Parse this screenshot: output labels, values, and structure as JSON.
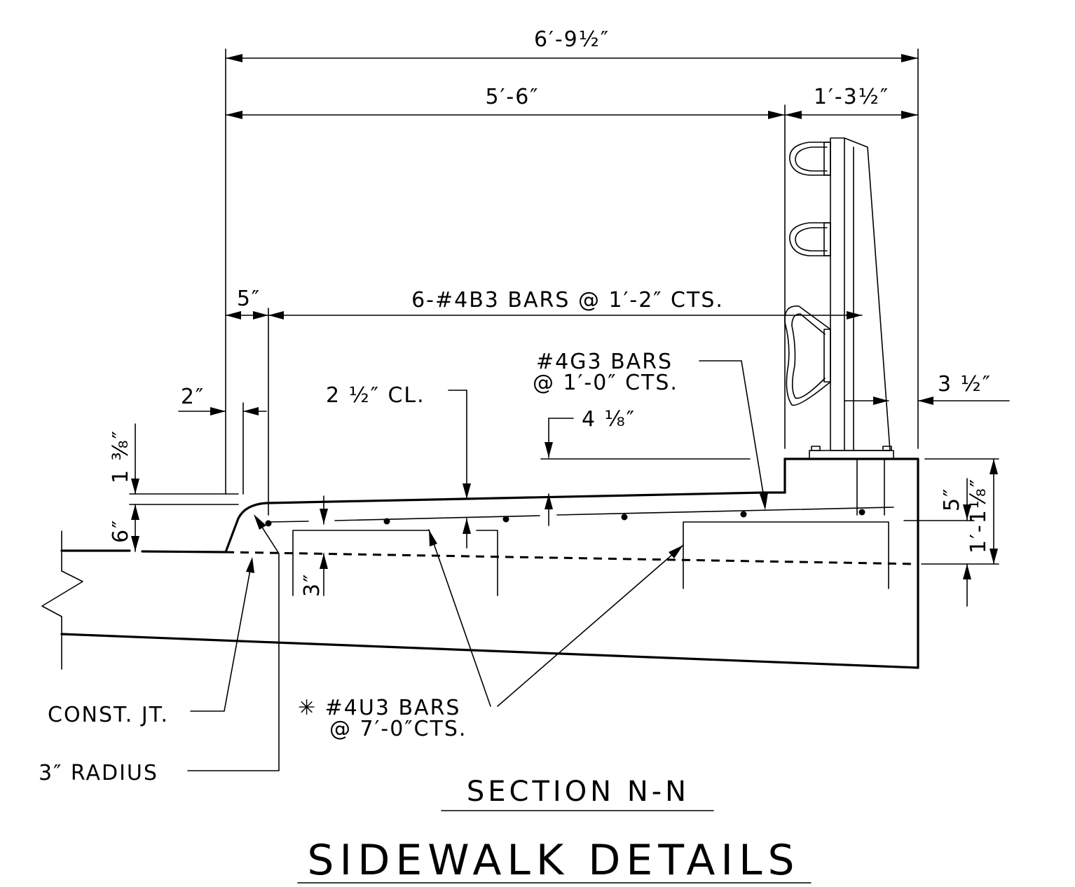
{
  "dimensions": {
    "overall_width": "6′-9½″",
    "sidewalk_width": "5′-6″",
    "barrier_width": "1′-3½″",
    "bar_offset": "5″",
    "b3_bars": "6-#4B3 BARS @ 1′-2″ CTS.",
    "curb_offset": "2″",
    "clear_cover": "2 ½″ CL.",
    "top_rise": "1 ⅜″",
    "curb_height": "6″",
    "bottom_clear": "3″",
    "post_offset": "4 ⅛″",
    "barrier_setback": "3 ½″",
    "curb_depth": "5″",
    "barrier_height": "1′-1⅛″"
  },
  "callouts": {
    "g3_line1": "#4G3  BARS",
    "g3_line2": "@ 1′-0″ CTS.",
    "u3_line1": "✳ #4U3 BARS",
    "u3_line2": "@ 7′-0″CTS.",
    "const_jt": "CONST. JT.",
    "radius": "3″ RADIUS"
  },
  "titles": {
    "section": "SECTION N-N",
    "sheet": "SIDEWALK DETAILS"
  }
}
